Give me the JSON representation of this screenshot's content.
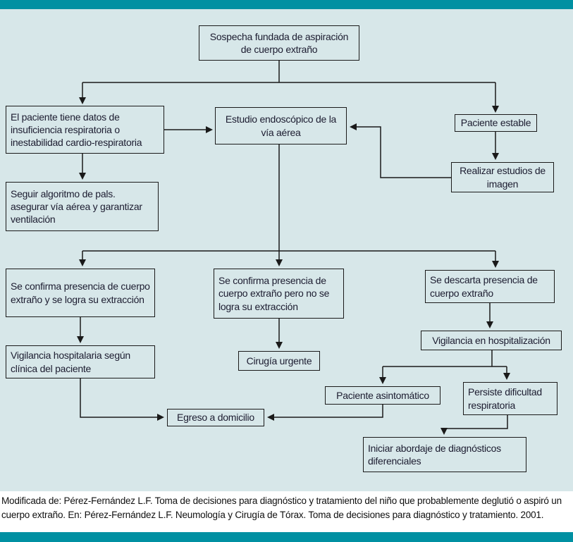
{
  "flowchart": {
    "nodes": {
      "sospecha": "Sospecha fundada de aspiración de cuerpo extraño",
      "insuficiencia": "El paciente tiene datos de insuficiencia respiratoria o inestabilidad cardio-respiratoria",
      "endoscopia": "Estudio endoscópico de la vía aérea",
      "estable": "Paciente estable",
      "imagen": "Realizar estudios de imagen",
      "pals": "Seguir algoritmo de pals. asegurar vía aérea y garantizar ventilación",
      "confirma_extraccion": "Se confirma presencia de cuerpo extraño y se logra su extracción",
      "confirma_no_extraccion": "Se confirma presencia de cuerpo extraño pero no se logra su extracción",
      "descarta": "Se descarta presencia de cuerpo extraño",
      "vigilancia_clinica": "Vigilancia hospitalaria según clínica del paciente",
      "cirugia": "Cirugía urgente",
      "vigilancia_hosp": "Vigilancia en hospitalización",
      "asintomatico": "Paciente asintomático",
      "persiste": "Persiste dificultad respiratoria",
      "egreso": "Egreso a domicilio",
      "diferenciales": "Iniciar abordaje de diagnósticos diferenciales"
    }
  },
  "caption": {
    "text": "Modificada de: Pérez-Fernández L.F. Toma de decisiones para diagnóstico y tratamiento del niño que probablemente deglutió o aspiró un cuerpo extraño. En: Pérez-Fernández L.F. Neumología y Cirugía de Tórax. Toma de decisiones para diagnóstico y tratamiento. 2001."
  },
  "colors": {
    "accent_teal": "#0090a2",
    "background": "#d7e7e9",
    "line": "#1a1a1a"
  }
}
